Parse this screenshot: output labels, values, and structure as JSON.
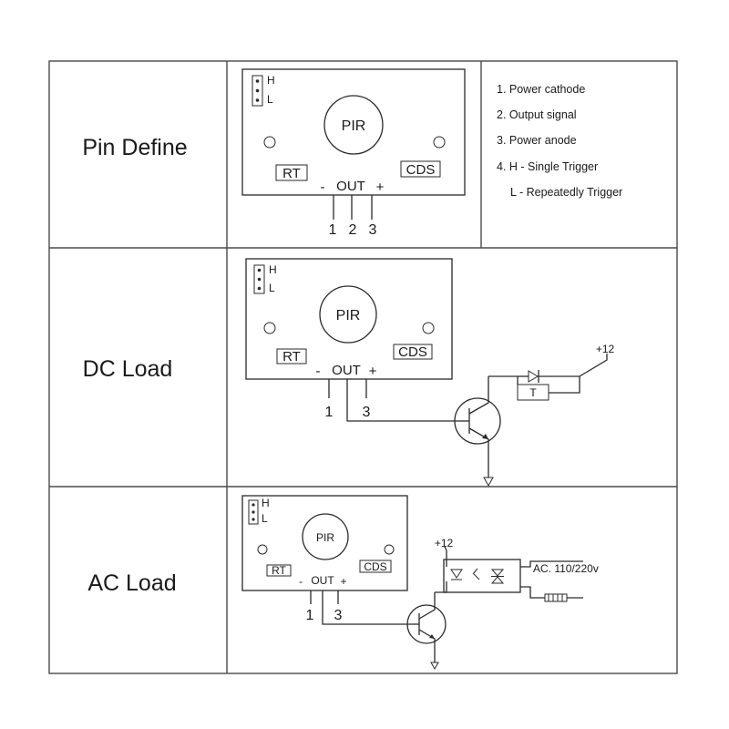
{
  "rows": [
    {
      "title": "Pin Define"
    },
    {
      "title": "DC Load"
    },
    {
      "title": "AC Load"
    }
  ],
  "board": {
    "jumper_high": "H",
    "jumper_low": "L",
    "sensor": "PIR",
    "pot_left": "RT",
    "pot_right": "CDS",
    "pin_minus": "-",
    "pin_out": "OUT",
    "pin_plus": "+"
  },
  "pin_numbers": {
    "one": "1",
    "two": "2",
    "three": "3"
  },
  "pin_notes": [
    "1. Power cathode",
    "2. Output signal",
    "3. Power anode",
    "4. H - Single Trigger",
    "L -  Repeatedly Trigger"
  ],
  "dc_load": {
    "supply": "+12",
    "relay_label": "T"
  },
  "ac_load": {
    "supply": "+12",
    "mains": "AC. 110/220v"
  }
}
